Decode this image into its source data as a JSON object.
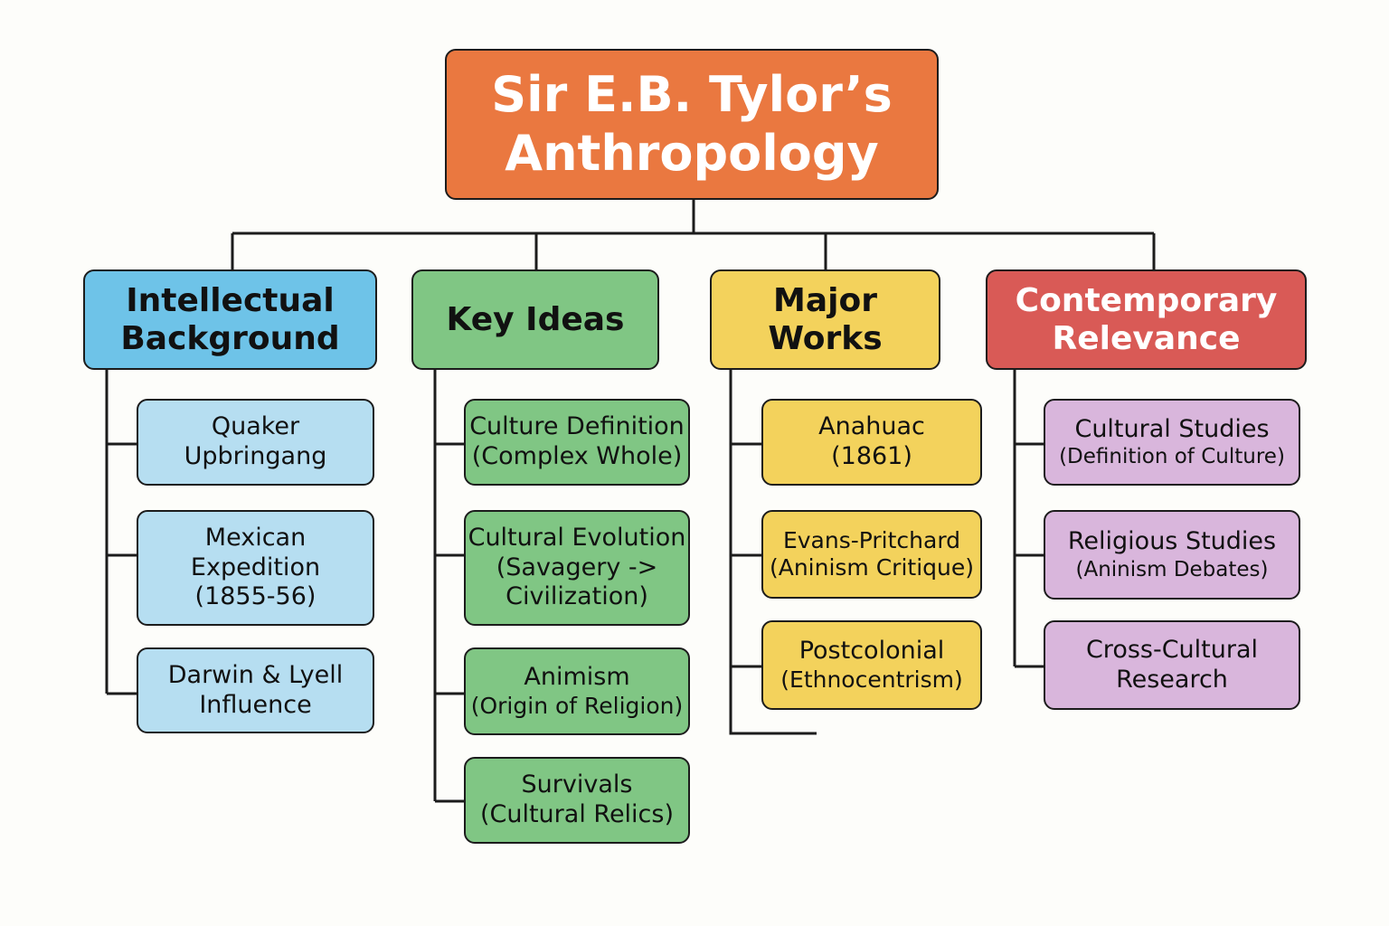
{
  "title": {
    "line1": "Sir E.B. Tylor’s",
    "line2": "Anthropology"
  },
  "colors": {
    "title": "#EA7840",
    "intellectual": "#6EC3E8",
    "key_ideas": "#80C684",
    "major_works": "#F3D25C",
    "relevance": "#D95A56",
    "child_blue": "#B6DEF1",
    "child_purple": "#D9B6DC"
  },
  "branches": [
    {
      "header": [
        "Intellectual",
        "Background"
      ],
      "children": [
        [
          "Quaker",
          "Upbringang"
        ],
        [
          "Mexican",
          "Expedition",
          "(1855-56)"
        ],
        [
          "Darwin & Lyell",
          "Influence"
        ]
      ]
    },
    {
      "header": [
        "Key Ideas"
      ],
      "children": [
        [
          "Culture Definition",
          "(Complex Whole)"
        ],
        [
          "Cultural Evolution",
          "(Savagery ->",
          "Civilization)"
        ],
        [
          "Animism",
          "(Origin of Religion)"
        ],
        [
          "Survivals",
          "(Cultural Relics)"
        ]
      ]
    },
    {
      "header": [
        "Major",
        "Works"
      ],
      "children": [
        [
          "Anahuac",
          "(1861)"
        ],
        [
          "Evans-Pritchard",
          "(Aninism Critique)"
        ],
        [
          "Postcolonial",
          "(Ethnocentrism)"
        ]
      ]
    },
    {
      "header": [
        "Contemporary",
        "Relevance"
      ],
      "children": [
        [
          "Cultural Studies",
          "(Definition of Culture)"
        ],
        [
          "Religious Studies",
          "(Aninism Debates)"
        ],
        [
          "Cross-Cultural",
          "Research"
        ]
      ]
    }
  ]
}
